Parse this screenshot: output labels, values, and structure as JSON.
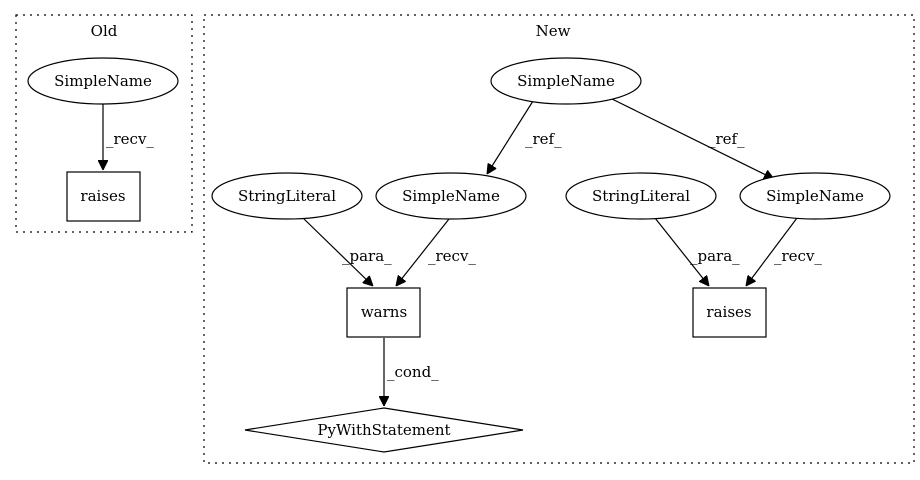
{
  "clusters": {
    "old": "Old",
    "new": "New"
  },
  "nodes": {
    "old_simplename": "SimpleName",
    "old_raises": "raises",
    "new_simplename_top": "SimpleName",
    "new_stringliteral_left": "StringLiteral",
    "new_simplename_left": "SimpleName",
    "new_stringliteral_right": "StringLiteral",
    "new_simplename_right": "SimpleName",
    "new_warns": "warns",
    "new_raises": "raises",
    "new_pywith": "PyWithStatement"
  },
  "edges": {
    "old_recv": "_recv_",
    "ref_left": "_ref_",
    "ref_right": "_ref_",
    "para_left": "_para_",
    "recv_left": "_recv_",
    "para_right": "_para_",
    "recv_right": "_recv_",
    "cond": "_cond_"
  }
}
